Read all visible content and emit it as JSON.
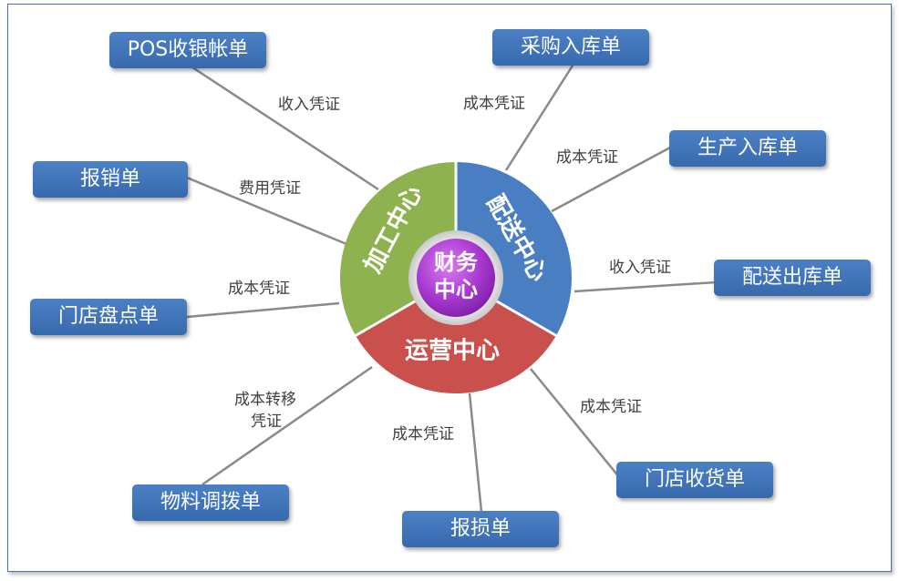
{
  "center": {
    "line1": "财务",
    "line2": "中心"
  },
  "segments": {
    "processing": {
      "label": "加工中心",
      "color": "#8db24f"
    },
    "distribution": {
      "label": "配送中心",
      "color": "#4a7ec3"
    },
    "operations": {
      "label": "运营中心",
      "color": "#c9504c"
    }
  },
  "nodes": {
    "pos": "POS收银帐单",
    "purchase_in": "采购入库单",
    "production_in": "生产入库单",
    "expense": "报销单",
    "dist_out": "配送出库单",
    "store_count": "门店盘点单",
    "store_receive": "门店收货单",
    "transfer": "物料调拨单",
    "damage": "报损单"
  },
  "edge_labels": {
    "pos": "收入凭证",
    "purchase_in": "成本凭证",
    "production_in": "成本凭证",
    "expense": "费用凭证",
    "dist_out": "收入凭证",
    "store_count": "成本凭证",
    "store_receive": "成本凭证",
    "transfer_1": "成本转移",
    "transfer_2": "凭证",
    "damage": "成本凭证"
  },
  "colors": {
    "node": "#3d6fb3",
    "line": "#808080",
    "center": "#a93ad0",
    "frame": "#4a6fb5"
  }
}
